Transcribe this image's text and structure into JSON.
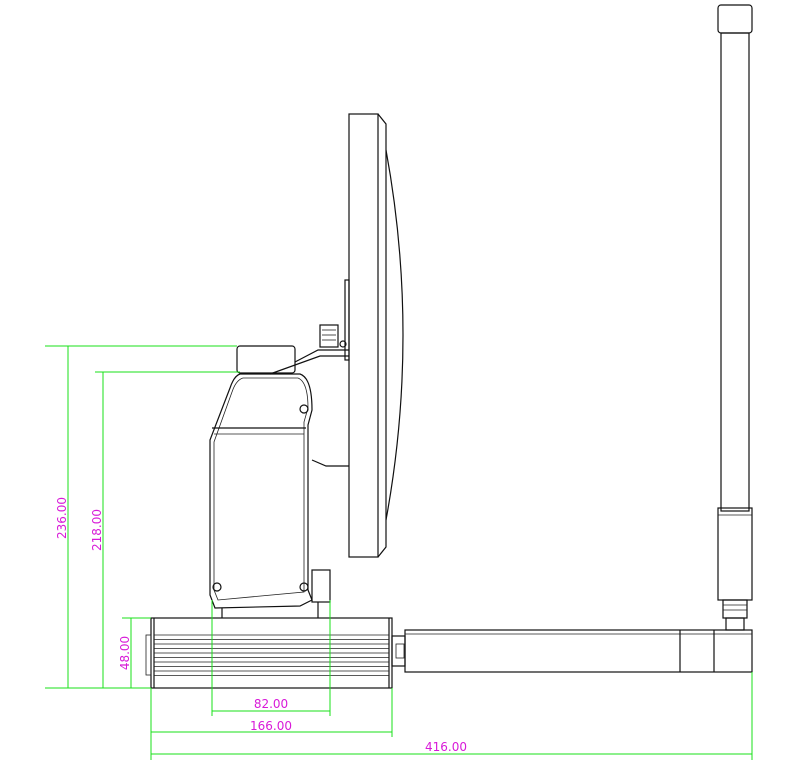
{
  "colors": {
    "dimension_line": "#19e019",
    "dimension_text": "#d81ad8",
    "outline": "#111111"
  },
  "dimensions": {
    "overall_height": "236.00",
    "column_height": "218.00",
    "base_height": "48.00",
    "column_width": "82.00",
    "base_width": "166.00",
    "overall_width": "416.00"
  }
}
